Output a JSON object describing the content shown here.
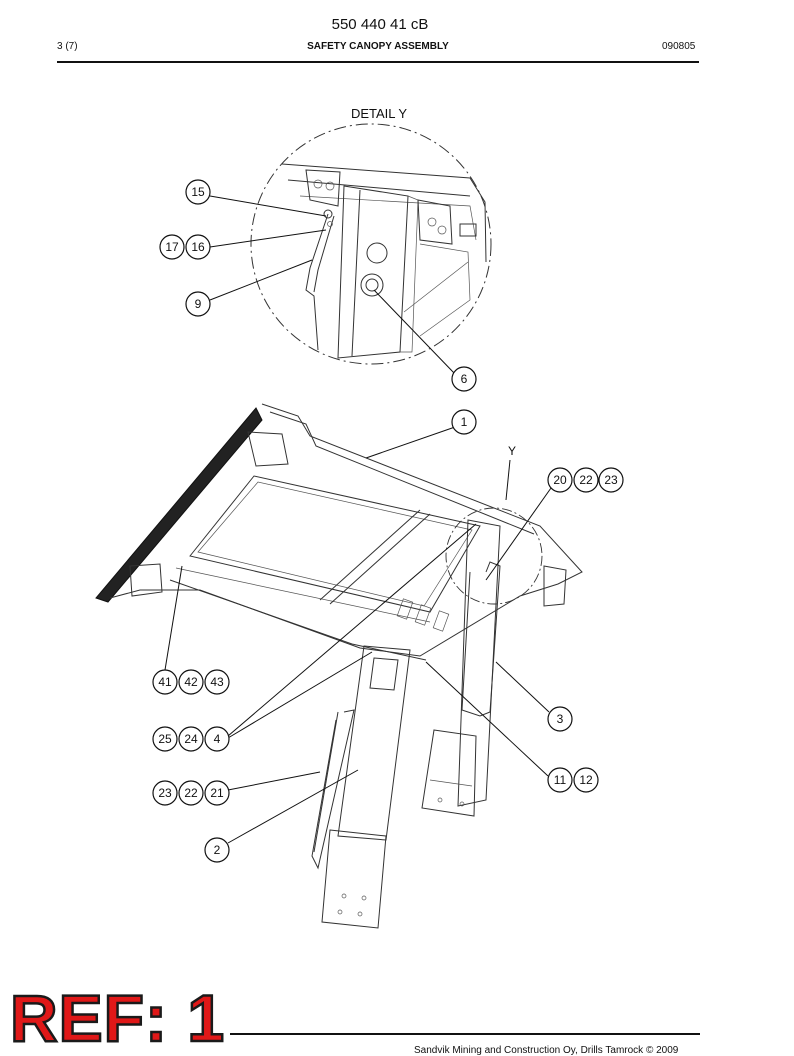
{
  "header": {
    "doc_number": "550 440 41 cB",
    "page": "3 (7)",
    "title": "SAFETY CANOPY ASSEMBLY",
    "date": "090805"
  },
  "detail": {
    "label": "DETAIL Y",
    "view_marker": "Y"
  },
  "callouts": {
    "c15": "15",
    "c17": "17",
    "c16": "16",
    "c9": "9",
    "c6": "6",
    "c1": "1",
    "c20": "20",
    "c22a": "22",
    "c23a": "23",
    "c41": "41",
    "c42": "42",
    "c43": "43",
    "c25": "25",
    "c24": "24",
    "c4": "4",
    "c3": "3",
    "c23b": "23",
    "c22b": "22",
    "c21": "21",
    "c11": "11",
    "c12": "12",
    "c2": "2"
  },
  "stamp": {
    "text": "REF: 1"
  },
  "footer": {
    "copyright": "Sandvik Mining and Construction Oy, Drills Tamrock © 2009"
  }
}
